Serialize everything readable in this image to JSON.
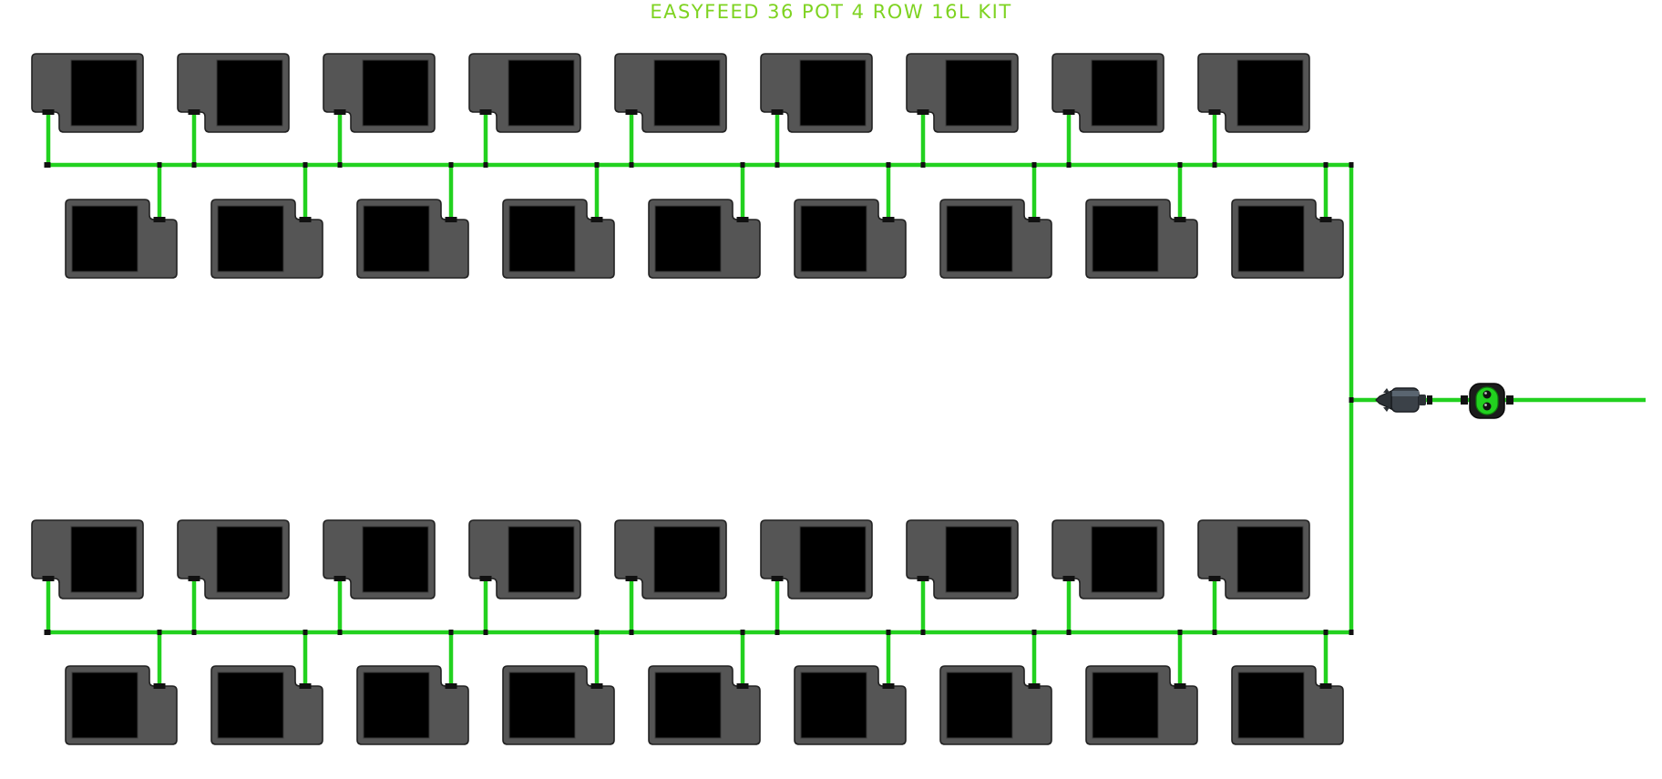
{
  "title": "EASYFEED 36 POT 4 ROW 16L KIT",
  "kit": {
    "pots_per_row": 9,
    "row_count": 4,
    "total_pots": 36
  },
  "colors": {
    "title": "#7ed321",
    "tubing": "#22d11f",
    "pot_body": "#555555",
    "pot_inner": "#000000",
    "pot_outline": "#222222",
    "connector": "#111111",
    "background": "#ffffff"
  },
  "components": {
    "pot": "16l-pot-icon",
    "tubing": "green-feed-tube",
    "filter": "inline-filter-icon",
    "valve": "shut-off-valve-icon"
  }
}
